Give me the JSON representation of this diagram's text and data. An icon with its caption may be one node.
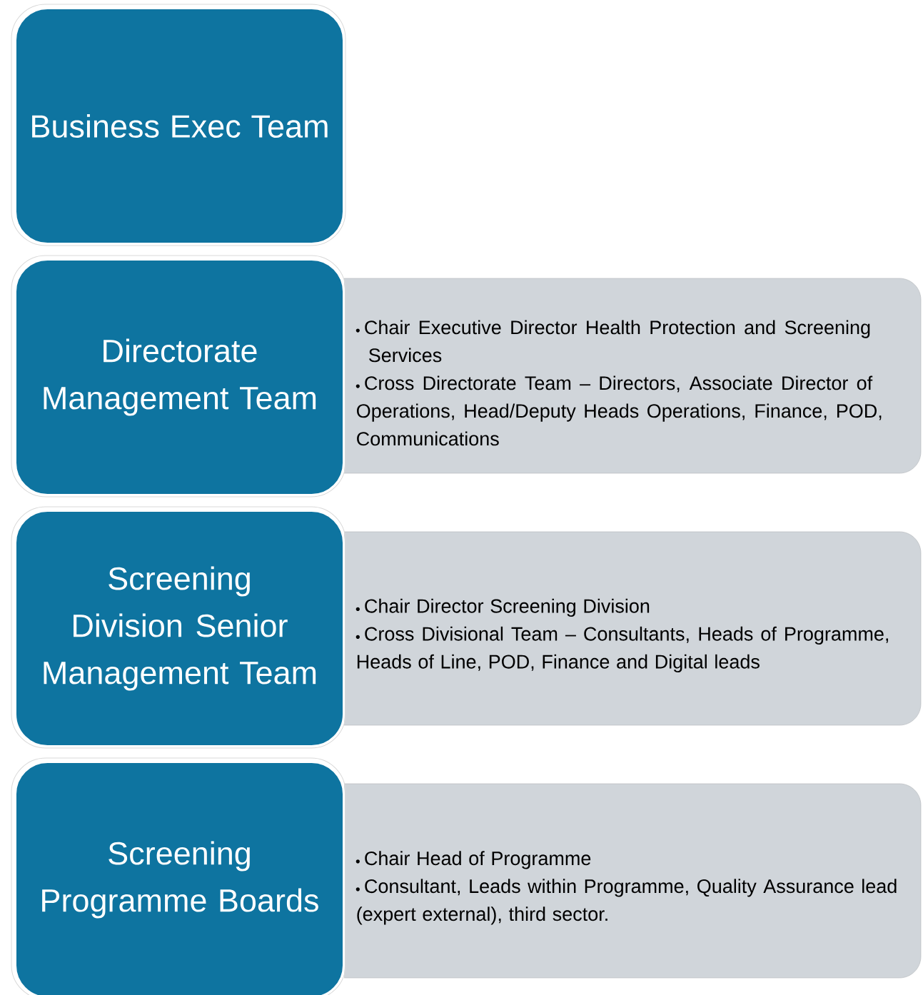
{
  "diagram": {
    "nodes": [
      {
        "text": [
          "Business Exec Team"
        ]
      },
      {
        "text": [
          "Directorate Management Team"
        ]
      },
      {
        "text": [
          "Chair Executive Director Health Protection and Screening Services",
          "Cross Directorate Team – Directors, Associate Director of Operations, Head/Deputy Heads Operations, Finance, POD, Communications"
        ]
      },
      {
        "text": [
          "Screening Division Senior Management Team"
        ]
      },
      {
        "text": [
          "Chair Director Screening Division",
          "Cross Divisional Team – Consultants, Heads of Programme, Heads of Line, POD, Finance and Digital leads"
        ]
      },
      {
        "text": [
          "Screening Programme Boards"
        ]
      },
      {
        "text": [
          "Chair Head of Programme",
          "Consultant, Leads within Programme,  Quality Assurance lead (expert external), third sector."
        ]
      }
    ]
  }
}
